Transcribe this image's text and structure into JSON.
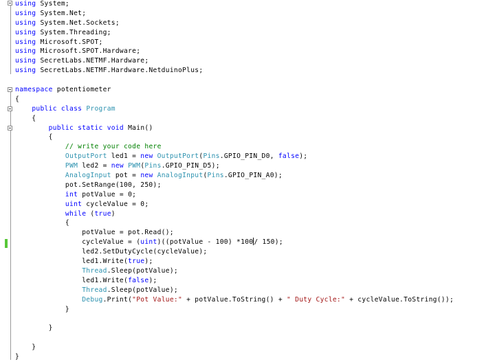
{
  "code": {
    "lines": [
      {
        "parts": [
          {
            "t": "using",
            "c": "kw"
          },
          {
            "t": " System;"
          }
        ]
      },
      {
        "parts": [
          {
            "t": "using",
            "c": "kw"
          },
          {
            "t": " System.Net;"
          }
        ]
      },
      {
        "parts": [
          {
            "t": "using",
            "c": "kw"
          },
          {
            "t": " System.Net.Sockets;"
          }
        ]
      },
      {
        "parts": [
          {
            "t": "using",
            "c": "kw"
          },
          {
            "t": " System.Threading;"
          }
        ]
      },
      {
        "parts": [
          {
            "t": "using",
            "c": "kw"
          },
          {
            "t": " Microsoft.SPOT;"
          }
        ]
      },
      {
        "parts": [
          {
            "t": "using",
            "c": "kw"
          },
          {
            "t": " Microsoft.SPOT.Hardware;"
          }
        ]
      },
      {
        "parts": [
          {
            "t": "using",
            "c": "kw"
          },
          {
            "t": " SecretLabs.NETMF.Hardware;"
          }
        ]
      },
      {
        "parts": [
          {
            "t": "using",
            "c": "kw"
          },
          {
            "t": " SecretLabs.NETMF.Hardware.NetduinoPlus;"
          }
        ]
      },
      {
        "parts": []
      },
      {
        "parts": [
          {
            "t": "namespace",
            "c": "kw"
          },
          {
            "t": " potentiometer"
          }
        ]
      },
      {
        "parts": [
          {
            "t": "{"
          }
        ]
      },
      {
        "parts": [
          {
            "t": "    "
          },
          {
            "t": "public",
            "c": "kw"
          },
          {
            "t": " "
          },
          {
            "t": "class",
            "c": "kw"
          },
          {
            "t": " "
          },
          {
            "t": "Program",
            "c": "ty"
          }
        ]
      },
      {
        "parts": [
          {
            "t": "    {"
          }
        ]
      },
      {
        "parts": [
          {
            "t": "        "
          },
          {
            "t": "public",
            "c": "kw"
          },
          {
            "t": " "
          },
          {
            "t": "static",
            "c": "kw"
          },
          {
            "t": " "
          },
          {
            "t": "void",
            "c": "kw"
          },
          {
            "t": " Main()"
          }
        ]
      },
      {
        "parts": [
          {
            "t": "        {"
          }
        ]
      },
      {
        "parts": [
          {
            "t": "            "
          },
          {
            "t": "// write your code here",
            "c": "cm"
          }
        ]
      },
      {
        "parts": [
          {
            "t": "            "
          },
          {
            "t": "OutputPort",
            "c": "ty"
          },
          {
            "t": " led1 = "
          },
          {
            "t": "new",
            "c": "kw"
          },
          {
            "t": " "
          },
          {
            "t": "OutputPort",
            "c": "ty"
          },
          {
            "t": "("
          },
          {
            "t": "Pins",
            "c": "ty"
          },
          {
            "t": ".GPIO_PIN_D0, "
          },
          {
            "t": "false",
            "c": "kw"
          },
          {
            "t": ");"
          }
        ]
      },
      {
        "parts": [
          {
            "t": "            "
          },
          {
            "t": "PWM",
            "c": "ty"
          },
          {
            "t": " led2 = "
          },
          {
            "t": "new",
            "c": "kw"
          },
          {
            "t": " "
          },
          {
            "t": "PWM",
            "c": "ty"
          },
          {
            "t": "("
          },
          {
            "t": "Pins",
            "c": "ty"
          },
          {
            "t": ".GPIO_PIN_D5);"
          }
        ]
      },
      {
        "parts": [
          {
            "t": "            "
          },
          {
            "t": "AnalogInput",
            "c": "ty"
          },
          {
            "t": " pot = "
          },
          {
            "t": "new",
            "c": "kw"
          },
          {
            "t": " "
          },
          {
            "t": "AnalogInput",
            "c": "ty"
          },
          {
            "t": "("
          },
          {
            "t": "Pins",
            "c": "ty"
          },
          {
            "t": ".GPIO_PIN_A0);"
          }
        ]
      },
      {
        "parts": [
          {
            "t": "            pot.SetRange(100, 250);"
          }
        ]
      },
      {
        "parts": [
          {
            "t": "            "
          },
          {
            "t": "int",
            "c": "kw"
          },
          {
            "t": " potValue = 0;"
          }
        ]
      },
      {
        "parts": [
          {
            "t": "            "
          },
          {
            "t": "uint",
            "c": "kw"
          },
          {
            "t": " cycleValue = 0;"
          }
        ]
      },
      {
        "parts": [
          {
            "t": "            "
          },
          {
            "t": "while",
            "c": "kw"
          },
          {
            "t": " ("
          },
          {
            "t": "true",
            "c": "kw"
          },
          {
            "t": ")"
          }
        ]
      },
      {
        "parts": [
          {
            "t": "            {"
          }
        ]
      },
      {
        "parts": [
          {
            "t": "                potValue = pot.Read();"
          }
        ]
      },
      {
        "parts": [
          {
            "t": "                cycleValue = ("
          },
          {
            "t": "uint",
            "c": "kw"
          },
          {
            "t": ")((potValue - 100) *100"
          },
          {
            "caret": true
          },
          {
            "t": "/ 150);"
          }
        ]
      },
      {
        "parts": [
          {
            "t": "                led2.SetDutyCycle(cycleValue);"
          }
        ]
      },
      {
        "parts": [
          {
            "t": "                led1.Write("
          },
          {
            "t": "true",
            "c": "kw"
          },
          {
            "t": ");"
          }
        ]
      },
      {
        "parts": [
          {
            "t": "                "
          },
          {
            "t": "Thread",
            "c": "ty"
          },
          {
            "t": ".Sleep(potValue);"
          }
        ]
      },
      {
        "parts": [
          {
            "t": "                led1.Write("
          },
          {
            "t": "false",
            "c": "kw"
          },
          {
            "t": ");"
          }
        ]
      },
      {
        "parts": [
          {
            "t": "                "
          },
          {
            "t": "Thread",
            "c": "ty"
          },
          {
            "t": ".Sleep(potValue);"
          }
        ]
      },
      {
        "parts": [
          {
            "t": "                "
          },
          {
            "t": "Debug",
            "c": "ty"
          },
          {
            "t": ".Print("
          },
          {
            "t": "\"Pot Value:\"",
            "c": "st"
          },
          {
            "t": " + potValue.ToString() + "
          },
          {
            "t": "\" Duty Cycle:\"",
            "c": "st"
          },
          {
            "t": " + cycleValue.ToString());"
          }
        ]
      },
      {
        "parts": [
          {
            "t": "            }"
          }
        ]
      },
      {
        "parts": []
      },
      {
        "parts": [
          {
            "t": "        }"
          }
        ]
      },
      {
        "parts": []
      },
      {
        "parts": [
          {
            "t": "    }"
          }
        ]
      },
      {
        "parts": [
          {
            "t": "}"
          }
        ]
      }
    ]
  },
  "editor": {
    "colors": {
      "keyword": "#0000ff",
      "type": "#2b91af",
      "comment": "#008000",
      "string": "#a31515",
      "change_marker": "#58c738"
    },
    "fold_lines": [
      1,
      10,
      12,
      14
    ],
    "changed_lines": [
      26
    ]
  }
}
